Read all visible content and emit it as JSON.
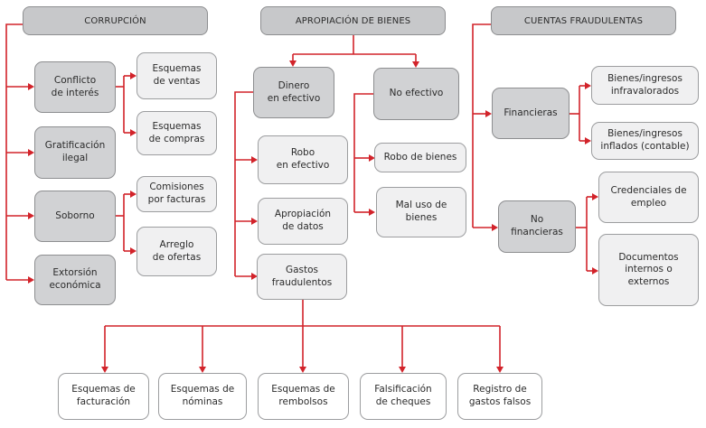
{
  "colors": {
    "connector": "#d2232a",
    "header_fill": "#c7c8ca",
    "node_fill": "#d1d2d4",
    "leaf_fill": "#f0f0f1"
  },
  "categories": [
    {
      "title": "CORRUPCIÓN",
      "children": [
        {
          "label": "Conflicto\nde interés",
          "children": [
            "Esquemas\nde ventas",
            "Esquemas\nde compras"
          ]
        },
        {
          "label": "Gratificación\nilegal",
          "children": []
        },
        {
          "label": "Soborno",
          "children": [
            "Comisiones\npor facturas",
            "Arreglo\nde ofertas"
          ]
        },
        {
          "label": "Extorsión\neconómica",
          "children": []
        }
      ]
    },
    {
      "title": "APROPIACIÓN DE BIENES",
      "children": [
        {
          "label": "Dinero\nen efectivo",
          "children": [
            "Robo\nen efectivo",
            "Apropiación\nde datos",
            "Gastos\nfraudulentos"
          ]
        },
        {
          "label": "No efectivo",
          "children": [
            "Robo de bienes",
            "Mal uso de\nbienes"
          ]
        }
      ],
      "gastos_fraudulentos_children": [
        "Esquemas de\nfacturación",
        "Esquemas de\nnóminas",
        "Esquemas de\nrembolsos",
        "Falsificación\nde cheques",
        "Registro de\ngastos falsos"
      ]
    },
    {
      "title": "CUENTAS FRAUDULENTAS",
      "children": [
        {
          "label": "Financieras",
          "children": [
            "Bienes/ingresos\ninfravalorados",
            "Bienes/ingresos\ninflados (contable)"
          ]
        },
        {
          "label": "No\nfinancieras",
          "children": [
            "Credenciales de\nempleo",
            "Documentos\ninternos o\nexternos"
          ]
        }
      ]
    }
  ]
}
